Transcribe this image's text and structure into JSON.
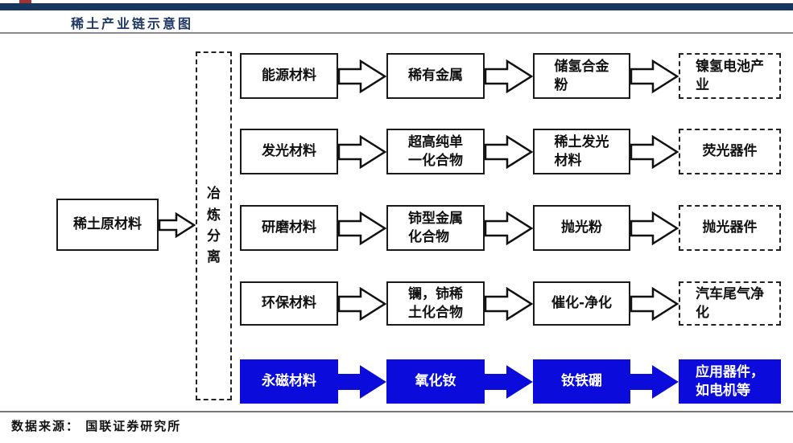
{
  "header": {
    "title": "稀土产业链示意图"
  },
  "colors": {
    "navy_bar": "#17375E",
    "highlight_blue": "#0B0BDC"
  },
  "diagram": {
    "source_node": {
      "label": "稀土原材料"
    },
    "process_node": {
      "label": "冶炼分离"
    },
    "rows": [
      {
        "material": "能源材料",
        "intermediate": "稀有金属",
        "product": "储氢合金\n粉",
        "application": "镍氢电池产\n业",
        "highlighted": false
      },
      {
        "material": "发光材料",
        "intermediate": "超高纯单\n一化合物",
        "product": "稀土发光\n材料",
        "application": "荧光器件",
        "highlighted": false
      },
      {
        "material": "研磨材料",
        "intermediate": "铈型金属\n化合物",
        "product": "抛光粉",
        "application": "抛光器件",
        "highlighted": false
      },
      {
        "material": "环保材料",
        "intermediate": "镧，铈稀\n土化合物",
        "product": "催化-净化",
        "application": "汽车尾气净\n化",
        "highlighted": false
      },
      {
        "material": "永磁材料",
        "intermediate": "氧化钕",
        "product": "钕铁硼",
        "application": "应用器件，\n如电机等",
        "highlighted": true
      }
    ]
  },
  "footer": {
    "source": "数据来源： 国联证券研究所"
  }
}
